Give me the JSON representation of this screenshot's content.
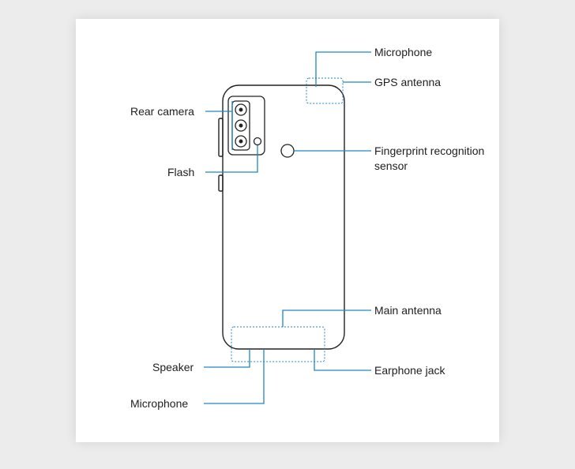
{
  "colors": {
    "callout": "#1f86c6",
    "outline": "#222222",
    "text": "#1e1e1e"
  },
  "labels": {
    "microphone_top": "Microphone",
    "gps_antenna": "GPS antenna",
    "rear_camera": "Rear camera",
    "fingerprint_line1": "Fingerprint recognition",
    "fingerprint_line2": "sensor",
    "flash": "Flash",
    "main_antenna": "Main antenna",
    "speaker": "Speaker",
    "earphone_jack": "Earphone jack",
    "microphone_bottom": "Microphone"
  }
}
